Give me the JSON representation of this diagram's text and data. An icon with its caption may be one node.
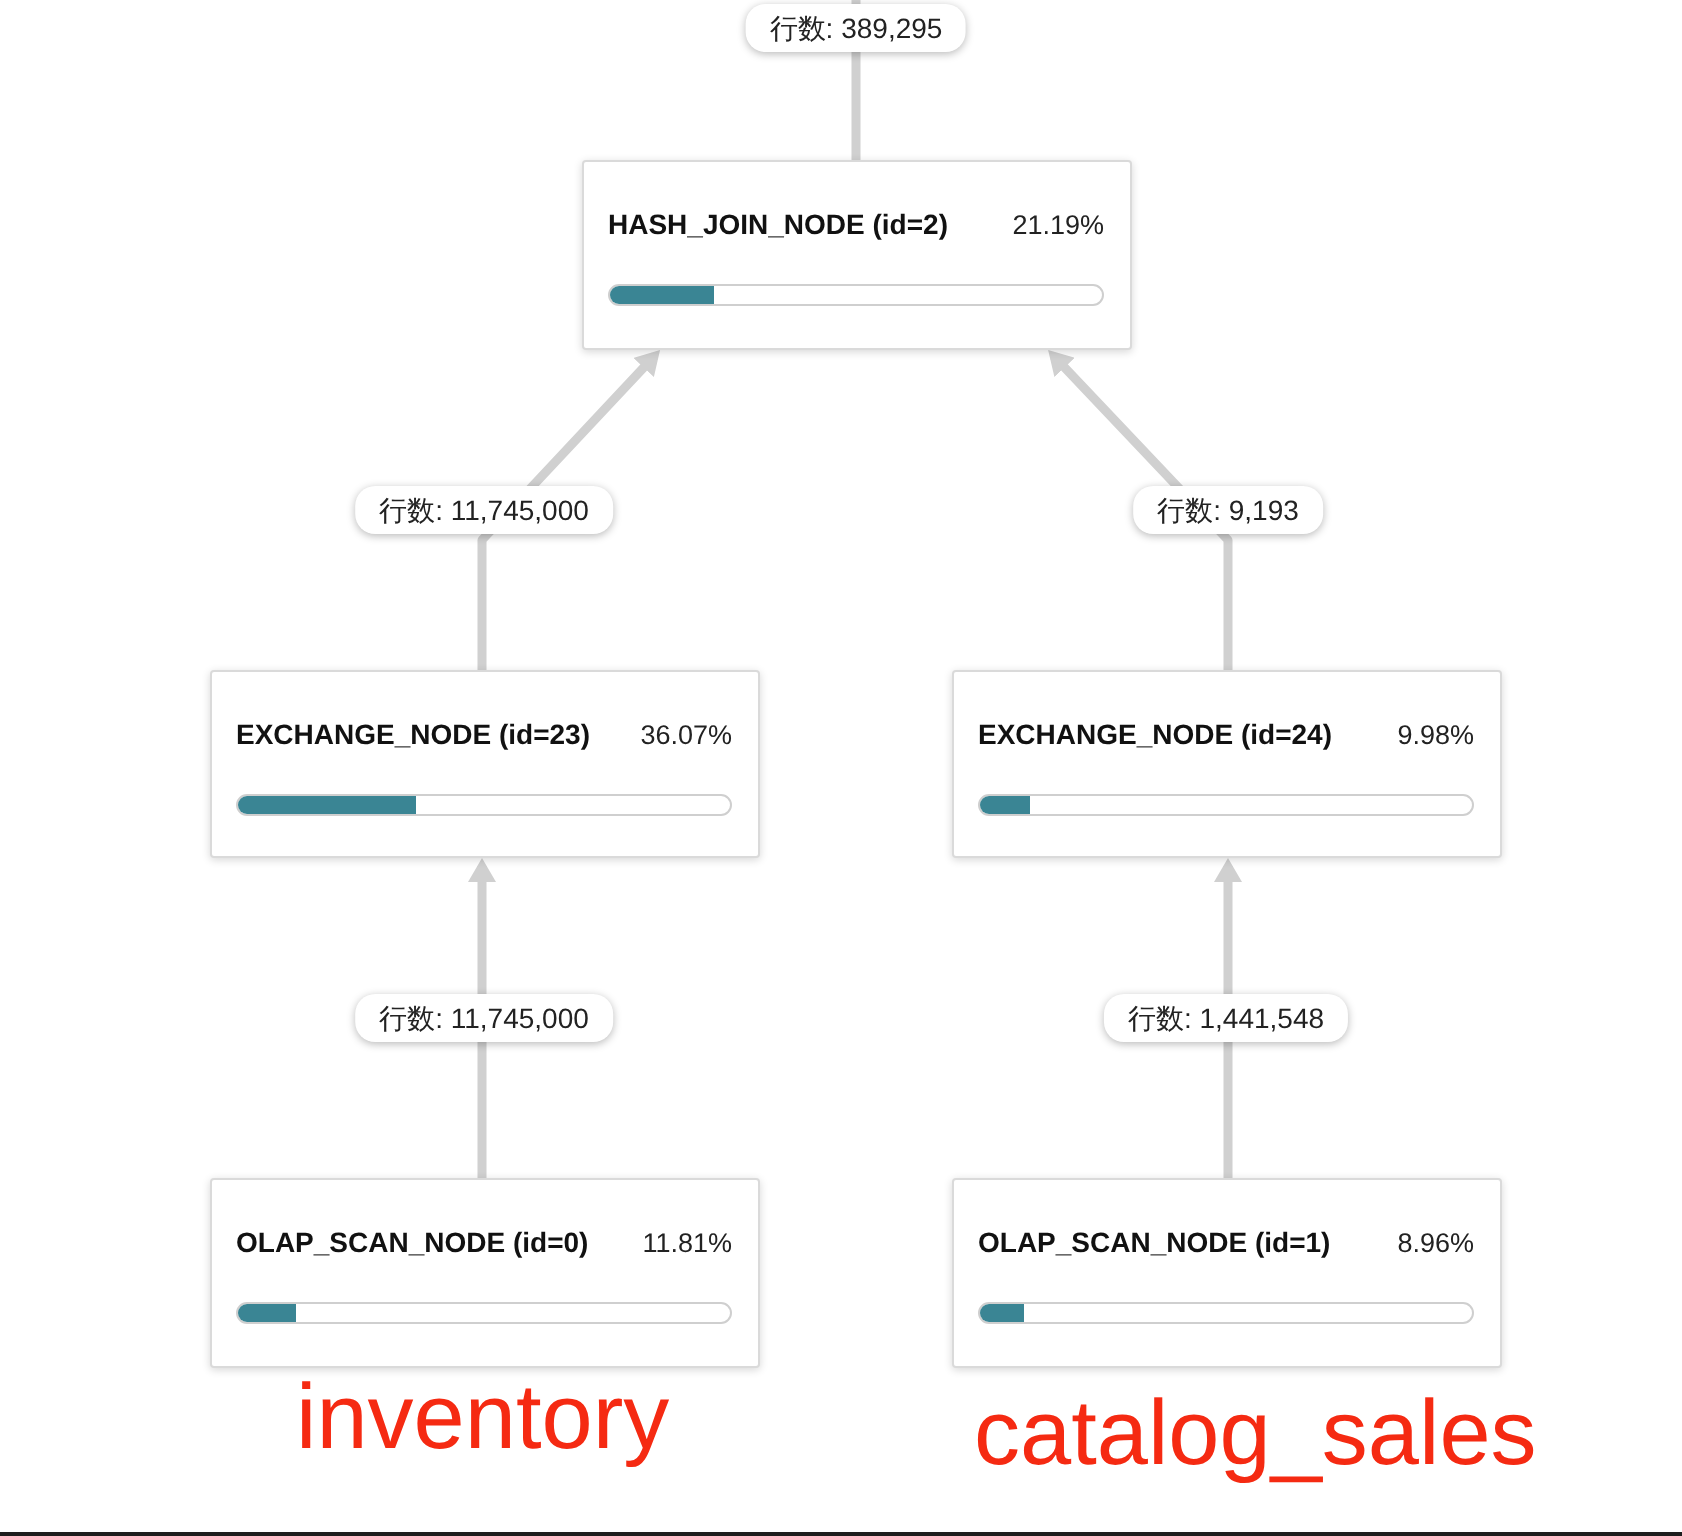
{
  "diagram": {
    "nodes": [
      {
        "text": [
          "HASH_JOIN_NODE (id=2)",
          "21.19%"
        ]
      },
      {
        "text": [
          "EXCHANGE_NODE (id=23)",
          "36.07%"
        ]
      },
      {
        "text": [
          "EXCHANGE_NODE (id=24)",
          "9.98%"
        ]
      },
      {
        "text": [
          "OLAP_SCAN_NODE (id=0)",
          "11.81%"
        ],
        "beside": [
          "inventory"
        ]
      },
      {
        "text": [
          "OLAP_SCAN_NODE (id=1)",
          "8.96%"
        ],
        "beside": [
          "catalog_sales"
        ]
      }
    ],
    "edges": [
      {
        "from": 0,
        "to": null,
        "arrow": "none",
        "label": "行数: 389,295"
      },
      {
        "from": 1,
        "to": 0,
        "arrow": "to",
        "label": "行数: 11,745,000"
      },
      {
        "from": 2,
        "to": 0,
        "arrow": "to",
        "label": "行数: 9,193"
      },
      {
        "from": 3,
        "to": 1,
        "arrow": "to",
        "label": "行数: 11,745,000"
      },
      {
        "from": 4,
        "to": 2,
        "arrow": "to",
        "label": "行数: 1,441,548"
      }
    ]
  }
}
